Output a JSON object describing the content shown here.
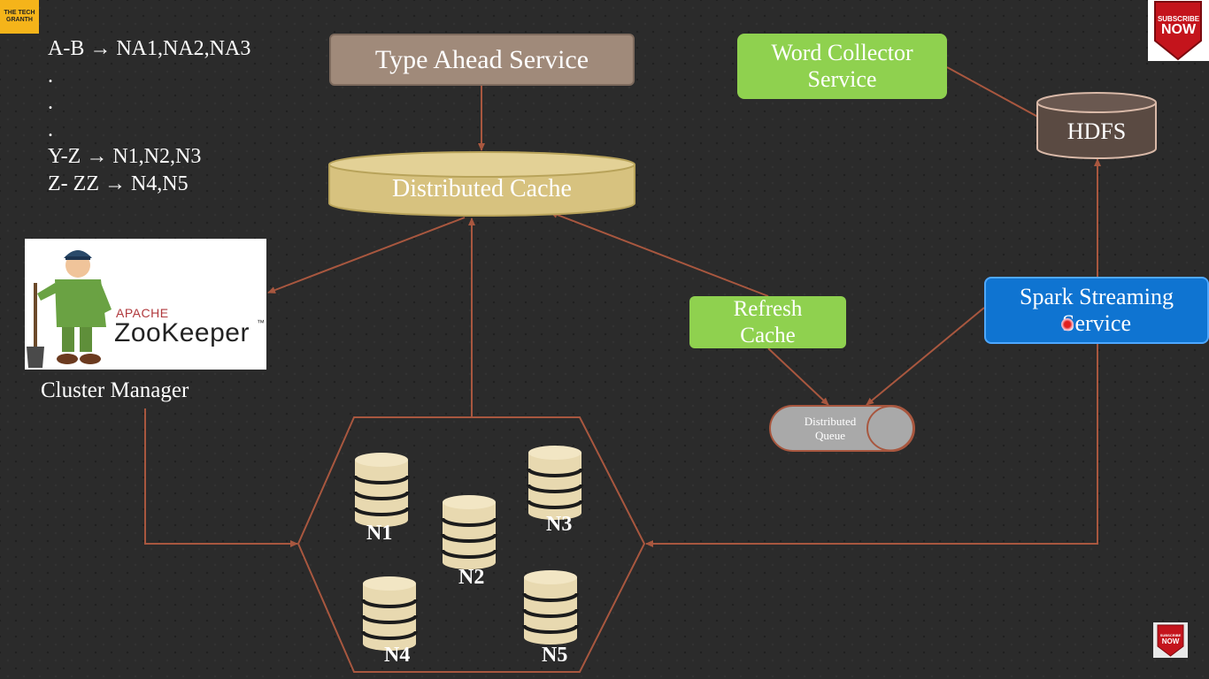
{
  "mapping": {
    "line1": "A-B → NA1,NA2,NA3",
    "dot1": ".",
    "dot2": ".",
    "dot3": ".",
    "line2": "Y-Z → N1,N2,N3",
    "line3": "Z- ZZ → N4,N5"
  },
  "services": {
    "type_ahead": "Type Ahead Service",
    "word_collector_line1": "Word Collector",
    "word_collector_line2": "Service",
    "refresh_line1": "Refresh",
    "refresh_line2": "Cache",
    "spark_line1": "Spark Streaming",
    "spark_line2": "Service"
  },
  "storage": {
    "distributed_cache": "Distributed Cache",
    "hdfs": "HDFS",
    "queue_line1": "Distributed",
    "queue_line2": "Queue"
  },
  "zookeeper": {
    "apache": "APACHE",
    "name": "ZooKeeper",
    "tm": "™",
    "label": "Cluster Manager"
  },
  "nodes": [
    "N1",
    "N2",
    "N3",
    "N4",
    "N5"
  ],
  "branding": {
    "logo_line1": "THE TECH",
    "logo_line2": "GRANTH",
    "subscribe": "SUBSCRIBE",
    "now": "NOW"
  },
  "colors": {
    "arrow": "#a8573f",
    "green_box": "#8fd14f",
    "spark_box": "#0f74d1",
    "cache_fill": "#d7c27f",
    "type_ahead_fill": "#a08a7a",
    "subscribe_red": "#c4141c"
  },
  "icons": {
    "database": "database-stack-icon",
    "person": "zookeeper-mascot-icon",
    "subscribe": "subscribe-badge-icon"
  }
}
